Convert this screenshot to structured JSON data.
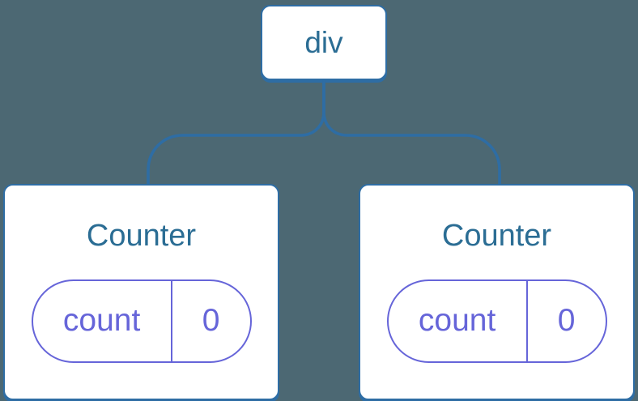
{
  "colors": {
    "canvas_bg": "#4c6873",
    "node_bg": "#ffffff",
    "node_border": "#2e6da4",
    "node_text": "#2b6d94",
    "state_accent": "#6665d9"
  },
  "tree": {
    "root": {
      "label": "div"
    },
    "children": [
      {
        "label": "Counter",
        "state": {
          "key": "count",
          "value": "0"
        }
      },
      {
        "label": "Counter",
        "state": {
          "key": "count",
          "value": "0"
        }
      }
    ]
  }
}
